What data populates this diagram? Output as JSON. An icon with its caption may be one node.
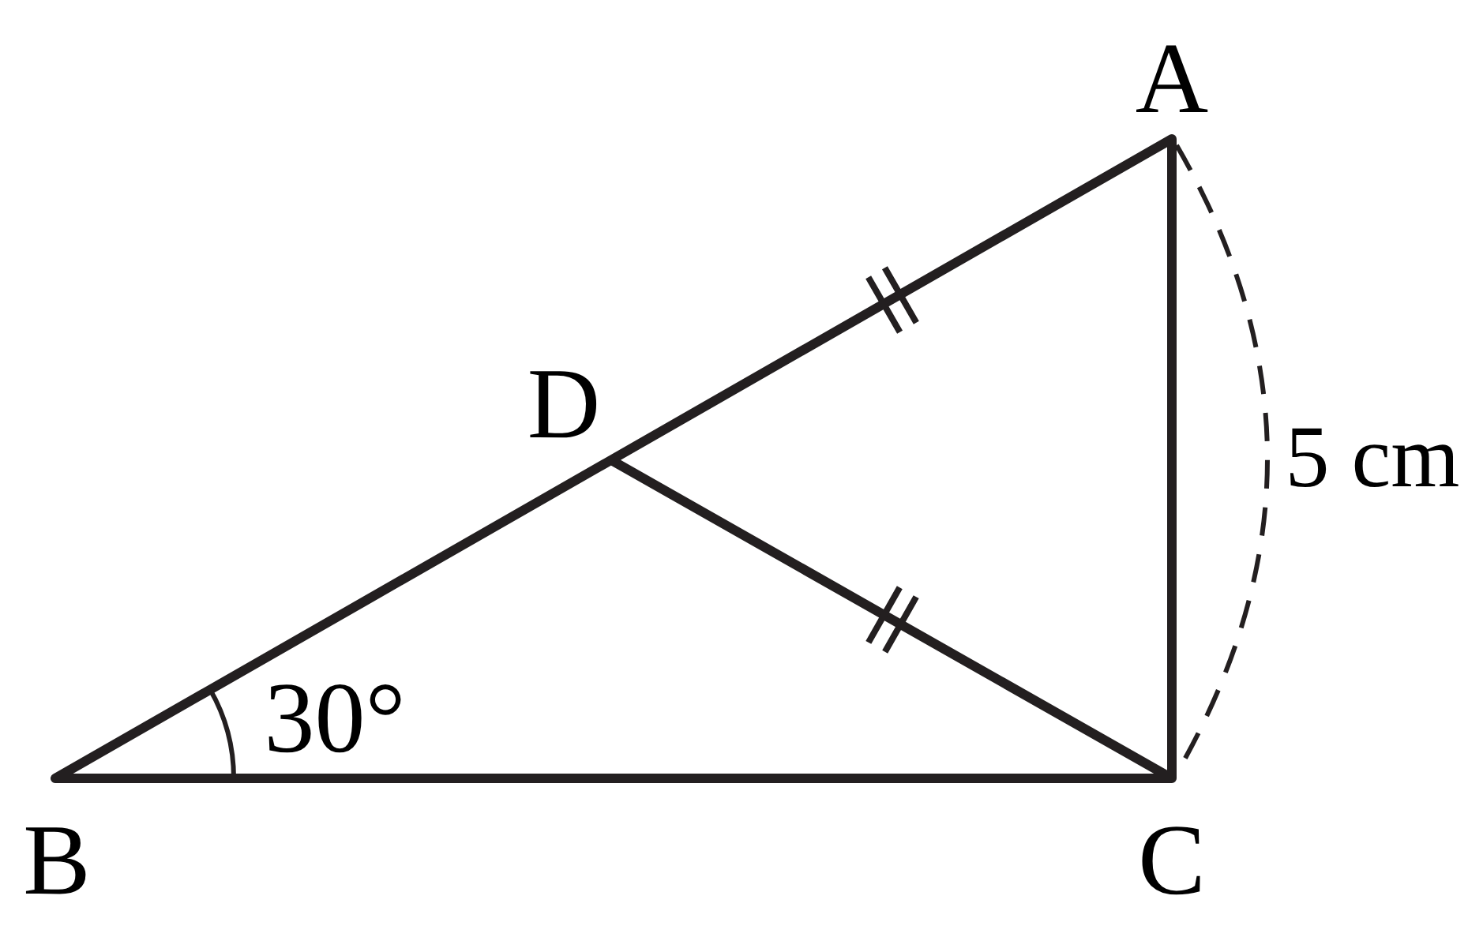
{
  "diagram": {
    "labels": [
      "A",
      "D",
      "5 cm",
      "30°",
      "B",
      "C"
    ]
  }
}
